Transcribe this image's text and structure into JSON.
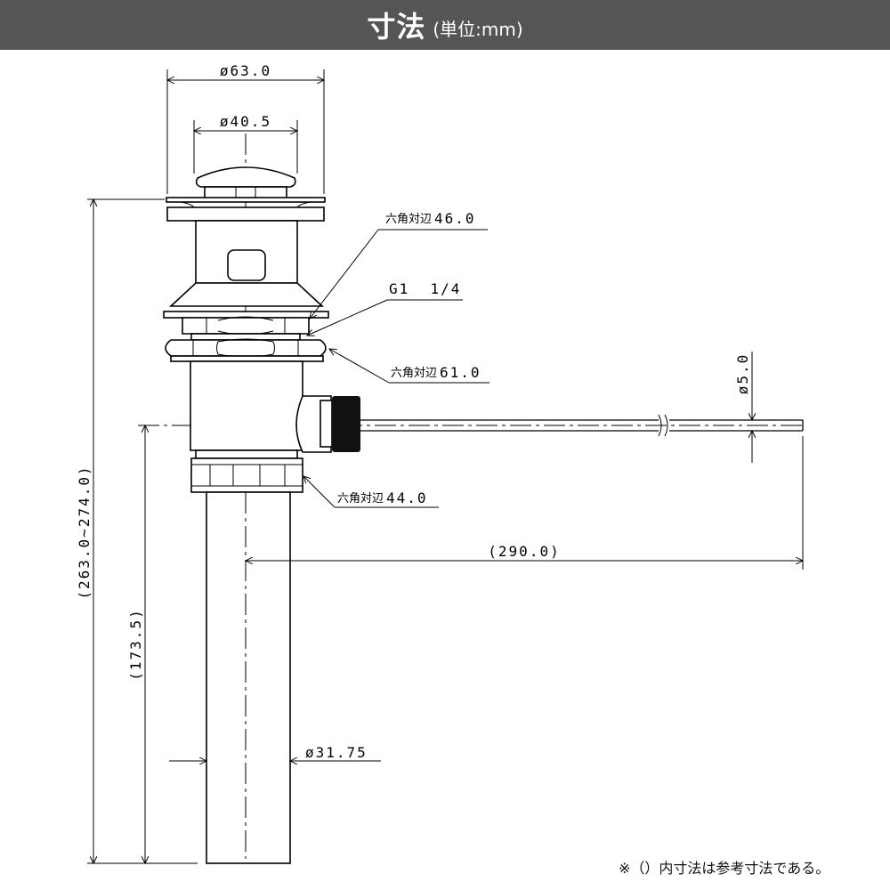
{
  "header": {
    "title": "寸法",
    "unit": "(単位:mm)",
    "background": "#555555"
  },
  "dimensions": {
    "cap_outer_dia": "ø63.0",
    "cap_inner_dia": "ø40.5",
    "hex_46": {
      "prefix": "六角対辺",
      "value": "46.0"
    },
    "thread": "G1  1/4",
    "hex_61": {
      "prefix": "六角対辺",
      "value": "61.0"
    },
    "hex_44": {
      "prefix": "六角対辺",
      "value": "44.0"
    },
    "rod_dia": "ø5.0",
    "rod_length": "(290.0)",
    "total_height": "(263.0~274.0)",
    "rod_height": "(173.5)",
    "pipe_dia": "ø31.75"
  },
  "footnote": "※（）内寸法は参考寸法である。"
}
